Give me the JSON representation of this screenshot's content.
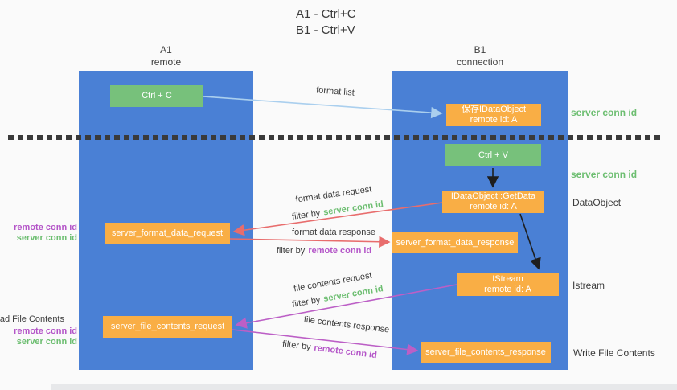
{
  "title": {
    "line1": "A1 - Ctrl+C",
    "line2": "B1 - Ctrl+V"
  },
  "lanes": {
    "left": {
      "id": "A1",
      "role": "remote"
    },
    "right": {
      "id": "B1",
      "role": "connection"
    }
  },
  "nodes": {
    "ctrl_c": {
      "label": "Ctrl + C"
    },
    "ctrl_v": {
      "label": "Ctrl + V"
    },
    "save_idataobject": {
      "line1": "保存IDataObject",
      "line2": "remote id: A"
    },
    "getdata": {
      "line1": "IDataObject::GetData",
      "line2": "remote id: A"
    },
    "istream": {
      "line1": "IStream",
      "line2": "remote id: A"
    },
    "server_format_data_request": {
      "label": "server_format_data_request"
    },
    "server_format_data_response": {
      "label": "server_format_data_response"
    },
    "server_file_contents_request": {
      "label": "server_file_contents_request"
    },
    "server_file_contents_response": {
      "label": "server_file_contents_response"
    }
  },
  "arrow_labels": {
    "format_list": "format list",
    "format_data_request": "format data request",
    "format_data_response": "format data response",
    "file_contents_request": "file contents request",
    "file_contents_response": "file contents response",
    "filter_by": "filter by",
    "server_conn_id": "server conn id",
    "remote_conn_id": "remote conn id"
  },
  "side_labels": {
    "server_conn_id_top": "server conn id",
    "server_conn_id_mid": "server conn id",
    "dataobject": "DataObject",
    "istream": "Istream",
    "write_file_contents": "Write File Contents",
    "read_file_contents": "Read File Contents",
    "remote_conn_id": "remote conn id",
    "server_conn_id": "server conn id"
  },
  "colors": {
    "lane_blue": "#4a80d5",
    "node_orange": "#f9ae45",
    "node_green": "#77c17b",
    "arrow_red": "#e86d6d",
    "arrow_purple": "#bc5fc6",
    "arrow_light_blue": "#aacfee",
    "text_green": "#6dbe71",
    "text_purple": "#b455c8"
  }
}
